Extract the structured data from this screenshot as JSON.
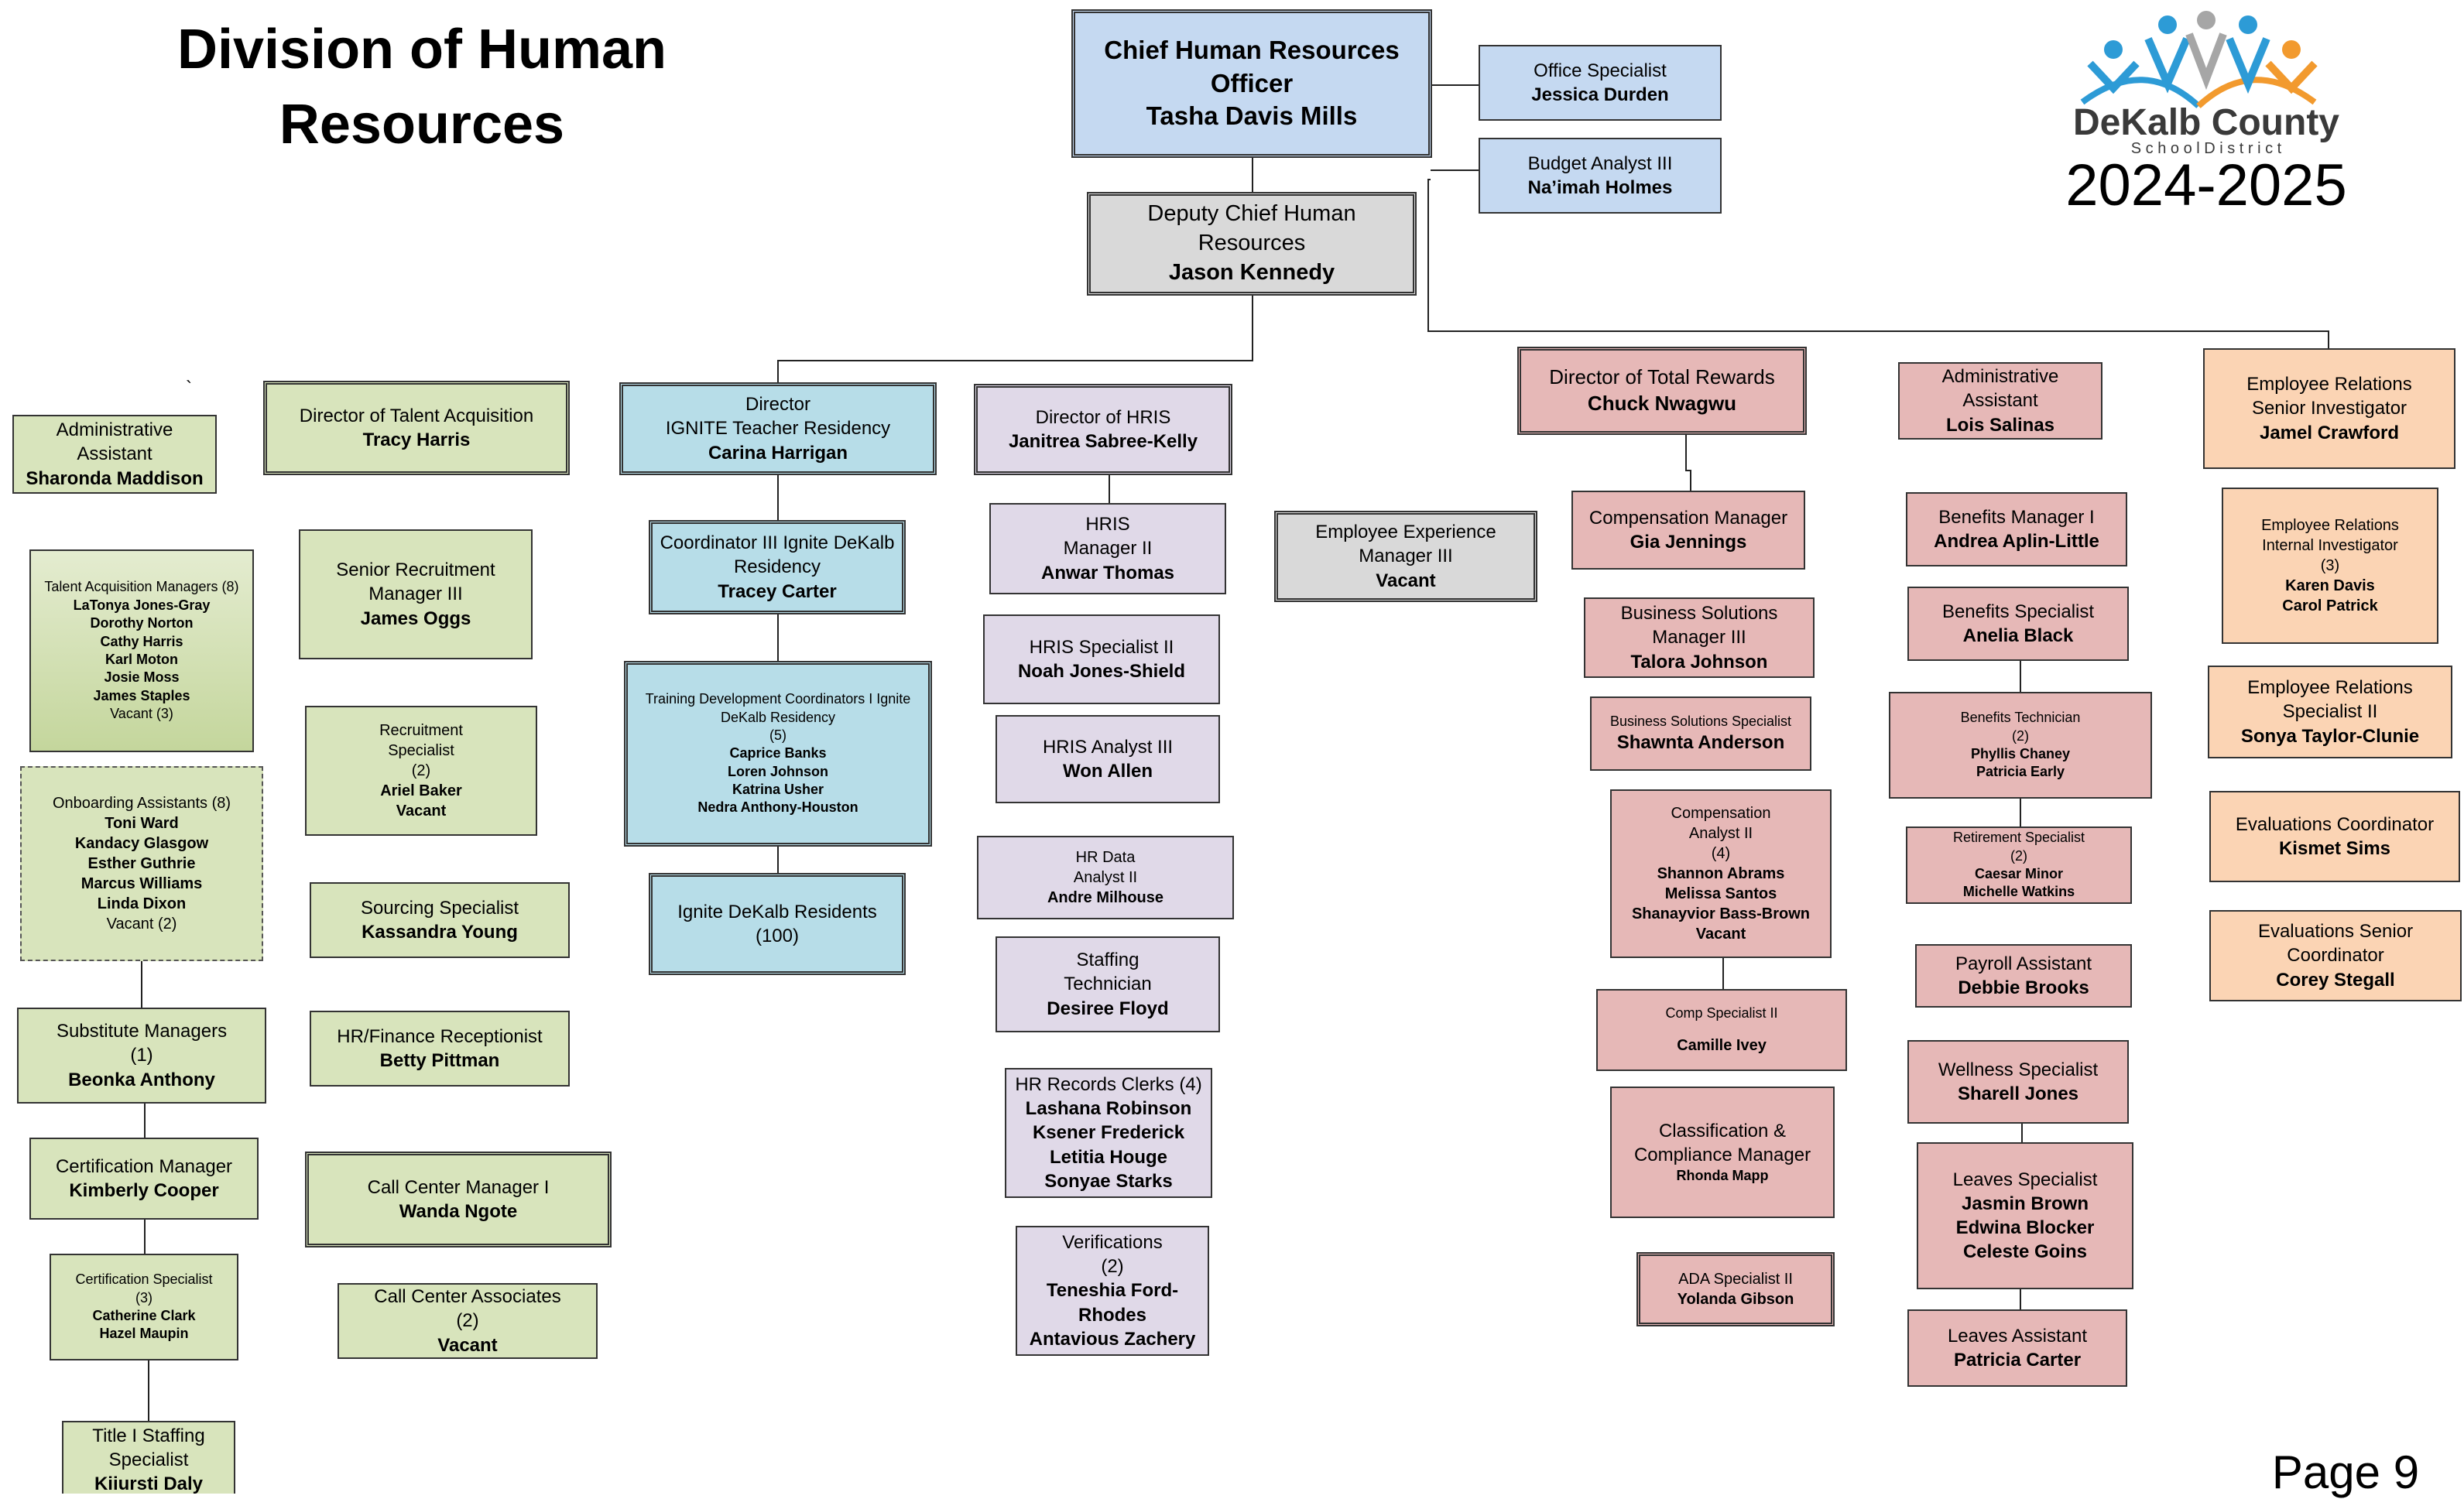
{
  "title": "Division of Human\nResources",
  "year": "2024-2025",
  "page": "Page 9",
  "stray_mark": "`",
  "logo": {
    "name": "DeKalb County",
    "sub": "S c h o o l   D i s t r i c t",
    "colors": {
      "blue": "#2d9bd6",
      "orange": "#f29a2e",
      "gray": "#a6a6a6",
      "text": "#3a3a3a"
    }
  },
  "colors": {
    "green": "#d8e4bc",
    "blue": "#b7dde8",
    "lavender": "#e0d9e8",
    "gray": "#d9d9d9",
    "pink": "#e6b8b7",
    "peach": "#fbd4b4",
    "head": "#c5d9f1"
  },
  "boxes": {
    "cho": {
      "title": "Chief Human Resources\nOfficer",
      "name": "Tasha Davis Mills"
    },
    "office": {
      "title": "Office Specialist",
      "name": "Jessica Durden"
    },
    "budget": {
      "title": "Budget Analyst III",
      "name": "Na’imah Holmes"
    },
    "deputy": {
      "title": "Deputy Chief Human\nResources",
      "name": "Jason Kennedy"
    },
    "admin1": {
      "title": "Administrative\nAssistant",
      "name": "Sharonda Maddison"
    },
    "talentdir": {
      "title": "Director of Talent Acquisition",
      "name": "Tracy Harris"
    },
    "ignitedir": {
      "title": "Director\nIGNITE Teacher Residency",
      "name": "Carina Harrigan"
    },
    "hrisdir": {
      "title": "Director of HRIS",
      "name": "Janitrea Sabree-Kelly"
    },
    "totalrew": {
      "title": "Director of Total Rewards",
      "name": "Chuck Nwagwu"
    },
    "admin2": {
      "title": "Administrative\nAssistant",
      "name": "Lois Salinas"
    },
    "erinv": {
      "title": "Employee Relations\nSenior  Investigator",
      "name": "Jamel Crawford"
    },
    "tam": {
      "title": "Talent Acquisition Managers (8)",
      "name": "LaTonya Jones-Gray\nDorothy Norton\nCathy Harris\nKarl Moton\nJosie Moss\nJames Staples",
      "count": "Vacant (3)"
    },
    "onboard": {
      "title": "Onboarding Assistants (8)",
      "name": "Toni Ward\nKandacy Glasgow\nEsther Guthrie\nMarcus Williams\nLinda Dixon",
      "count": "Vacant (2)"
    },
    "submgr": {
      "title": "Substitute Managers\n(1)",
      "name": "Beonka Anthony"
    },
    "certmgr": {
      "title": "Certification Manager",
      "name": "Kimberly Cooper"
    },
    "certspec": {
      "title": "Certification Specialist\n(3)",
      "name": "Catherine Clark\nHazel Maupin"
    },
    "title1": {
      "title": "Title I Staffing\nSpecialist",
      "name": "Kiiursti Daly"
    },
    "srrec": {
      "title": "Senior Recruitment\nManager III",
      "name": "James Oggs"
    },
    "recspec": {
      "title": "Recruitment\nSpecialist\n(2)",
      "name": "Ariel Baker\nVacant"
    },
    "sourcing": {
      "title": "Sourcing Specialist",
      "name": "Kassandra Young"
    },
    "hrfin": {
      "title": "HR/Finance Receptionist",
      "name": "Betty Pittman"
    },
    "callmgr": {
      "title": "Call Center  Manager I",
      "name": "Wanda Ngote"
    },
    "callassoc": {
      "title": "Call Center Associates\n(2)",
      "name": "Vacant"
    },
    "coord3": {
      "title": "Coordinator III Ignite DeKalb\nResidency",
      "name": "Tracey Carter"
    },
    "training": {
      "title": "Training Development Coordinators I Ignite\nDeKalb Residency\n(5)",
      "name": "Caprice Banks\nLoren Johnson\nKatrina Usher\nNedra Anthony-Houston"
    },
    "residents": {
      "title": "Ignite DeKalb Residents\n(100)",
      "name": ""
    },
    "hrismgr": {
      "title": "HRIS\nManager  II",
      "name": "Anwar Thomas"
    },
    "hrisspec": {
      "title": "HRIS Specialist II",
      "name": "Noah Jones-Shield"
    },
    "hrisanalyst": {
      "title": "HRIS Analyst III",
      "name": "Won Allen"
    },
    "hrdata": {
      "title": "HR Data\nAnalyst II",
      "name": "Andre Milhouse"
    },
    "staffing": {
      "title": "Staffing\nTechnician",
      "name": "Desiree Floyd"
    },
    "records": {
      "title": "HR Records Clerks (4)",
      "name": "Lashana Robinson\nKsener Frederick\nLetitia Houge\nSonyae Starks"
    },
    "verif": {
      "title": "Verifications\n(2)",
      "name": "Teneshia Ford-Rhodes\nAntavious Zachery"
    },
    "empexp": {
      "title": "Employee Experience\nManager III",
      "name": "Vacant"
    },
    "compmgr": {
      "title": "Compensation Manager",
      "name": "Gia Jennings"
    },
    "bsm": {
      "title": "Business Solutions\nManager III",
      "name": "Talora Johnson"
    },
    "bss": {
      "title": "Business Solutions Specialist",
      "name": "Shawnta Anderson"
    },
    "companalyst": {
      "title": "Compensation\nAnalyst II\n(4)",
      "name": "Shannon Abrams\nMelissa Santos\nShanayvior Bass-Brown\nVacant"
    },
    "compspec": {
      "title": "Comp Specialist II",
      "name": "Camille Ivey"
    },
    "classif": {
      "title": "Classification &\nCompliance Manager",
      "name": "Rhonda Mapp"
    },
    "ada": {
      "title": "ADA Specialist II",
      "name": "Yolanda Gibson"
    },
    "benmgr": {
      "title": "Benefits Manager I",
      "name": "Andrea Aplin-Little"
    },
    "benspec": {
      "title": "Benefits Specialist",
      "name": "Anelia Black"
    },
    "bentech": {
      "title": "Benefits Technician\n(2)",
      "name": "Phyllis Chaney\nPatricia Early"
    },
    "retire": {
      "title": "Retirement Specialist\n(2)",
      "name": "Caesar Minor\nMichelle Watkins"
    },
    "payroll": {
      "title": "Payroll Assistant",
      "name": "Debbie Brooks"
    },
    "wellness": {
      "title": "Wellness Specialist",
      "name": "Sharell Jones"
    },
    "leaves": {
      "title": "Leaves Specialist",
      "name": "Jasmin Brown\nEdwina Blocker\nCeleste Goins"
    },
    "leavesasst": {
      "title": "Leaves Assistant",
      "name": "Patricia Carter"
    },
    "erint": {
      "title": "Employee Relations\nInternal Investigator\n(3)",
      "name": "Karen Davis\nCarol Patrick"
    },
    "erspec": {
      "title": "Employee Relations\nSpecialist II",
      "name": "Sonya Taylor-Clunie"
    },
    "evalcoord": {
      "title": "Evaluations Coordinator",
      "name": "Kismet Sims"
    },
    "evalsr": {
      "title": "Evaluations Senior\nCoordinator",
      "name": "Corey Stegall"
    }
  }
}
